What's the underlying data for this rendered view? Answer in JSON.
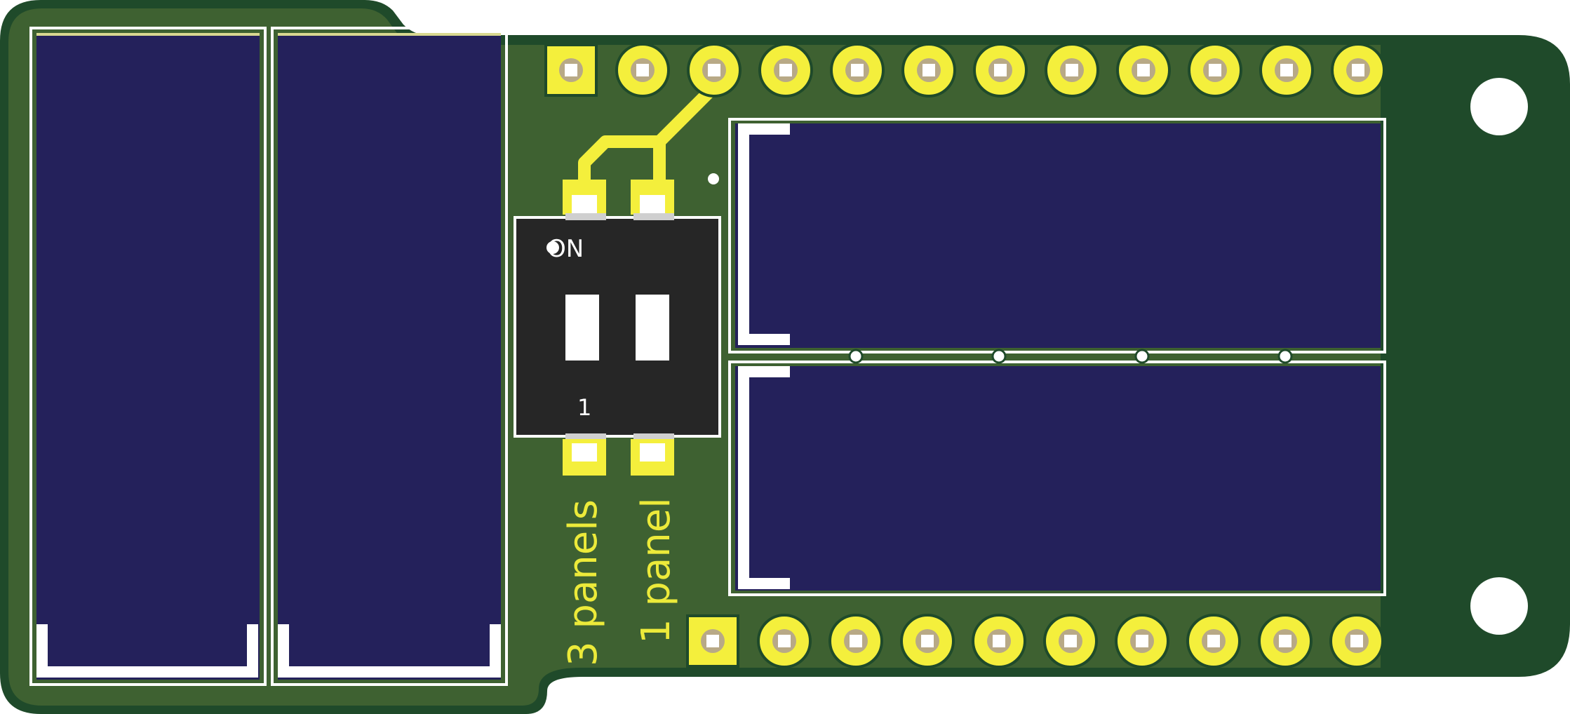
{
  "board": {
    "colors": {
      "background": "#ffffff",
      "board_edge": "#1f4a2a",
      "solder_mask": "#3e6131",
      "pad_gold": "#f4ef3c",
      "pad_center": "#b8a986",
      "solar_panel": "#24215b",
      "silkscreen": "#ffffff",
      "switch_body": "#262626",
      "silk_text": "#ecea3a"
    },
    "header_top": {
      "pin_count": 12,
      "first_pin_shape": "square"
    },
    "header_bottom": {
      "pin_count": 10,
      "first_pin_shape": "square"
    },
    "mounting_holes": 2,
    "solar_panels": [
      {
        "name": "left-panel-1",
        "orientation": "vertical"
      },
      {
        "name": "left-panel-2",
        "orientation": "vertical"
      },
      {
        "name": "right-panel-top",
        "orientation": "horizontal"
      },
      {
        "name": "right-panel-bottom",
        "orientation": "horizontal"
      }
    ],
    "dip_switch": {
      "on_label": "ON",
      "position_label": "1",
      "switch_count": 2
    },
    "labels": {
      "three_panels": "3 panels",
      "one_panel": "1 panel"
    }
  }
}
